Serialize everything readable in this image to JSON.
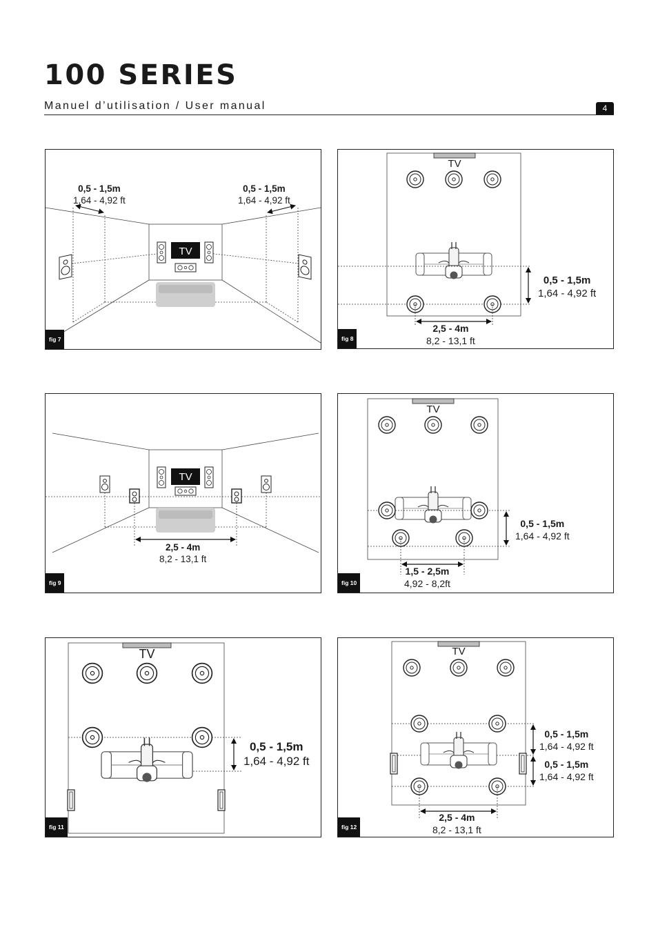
{
  "header": {
    "title": "100 SERIES",
    "subtitle": "Manuel d’utilisation / User manual",
    "page_number": "4"
  },
  "figures": {
    "fig7": {
      "label": "fig 7",
      "tv": "TV",
      "left_m": "0,5 - 1,5m",
      "left_ft": "1,64 - 4,92 ft",
      "right_m": "0,5 - 1,5m",
      "right_ft": "1,64 - 4,92 ft"
    },
    "fig8": {
      "label": "fig 8",
      "tv": "TV",
      "side_m": "0,5 - 1,5m",
      "side_ft": "1,64 - 4,92 ft",
      "bottom_m": "2,5 - 4m",
      "bottom_ft": "8,2 - 13,1 ft"
    },
    "fig9": {
      "label": "fig 9",
      "tv": "TV",
      "bottom_m": "2,5 - 4m",
      "bottom_ft": "8,2 - 13,1 ft"
    },
    "fig10": {
      "label": "fig 10",
      "tv": "TV",
      "side_m": "0,5 - 1,5m",
      "side_ft": "1,64 - 4,92 ft",
      "bottom_m": "1,5 - 2,5m",
      "bottom_ft": "4,92 - 8,2ft"
    },
    "fig11": {
      "label": "fig 11",
      "tv": "TV",
      "side_m": "0,5 - 1,5m",
      "side_ft": "1,64 - 4,92 ft"
    },
    "fig12": {
      "label": "fig 12",
      "tv": "TV",
      "side1_m": "0,5 - 1,5m",
      "side1_ft": "1,64 - 4,92 ft",
      "side2_m": "0,5 - 1,5m",
      "side2_ft": "1,64 - 4,92 ft",
      "bottom_m": "2,5 - 4m",
      "bottom_ft": "8,2 - 13,1 ft"
    }
  },
  "colors": {
    "ink": "#1a1a1a",
    "sofa": "#cfcfcf",
    "tv_bar": "#bdbdbd"
  }
}
